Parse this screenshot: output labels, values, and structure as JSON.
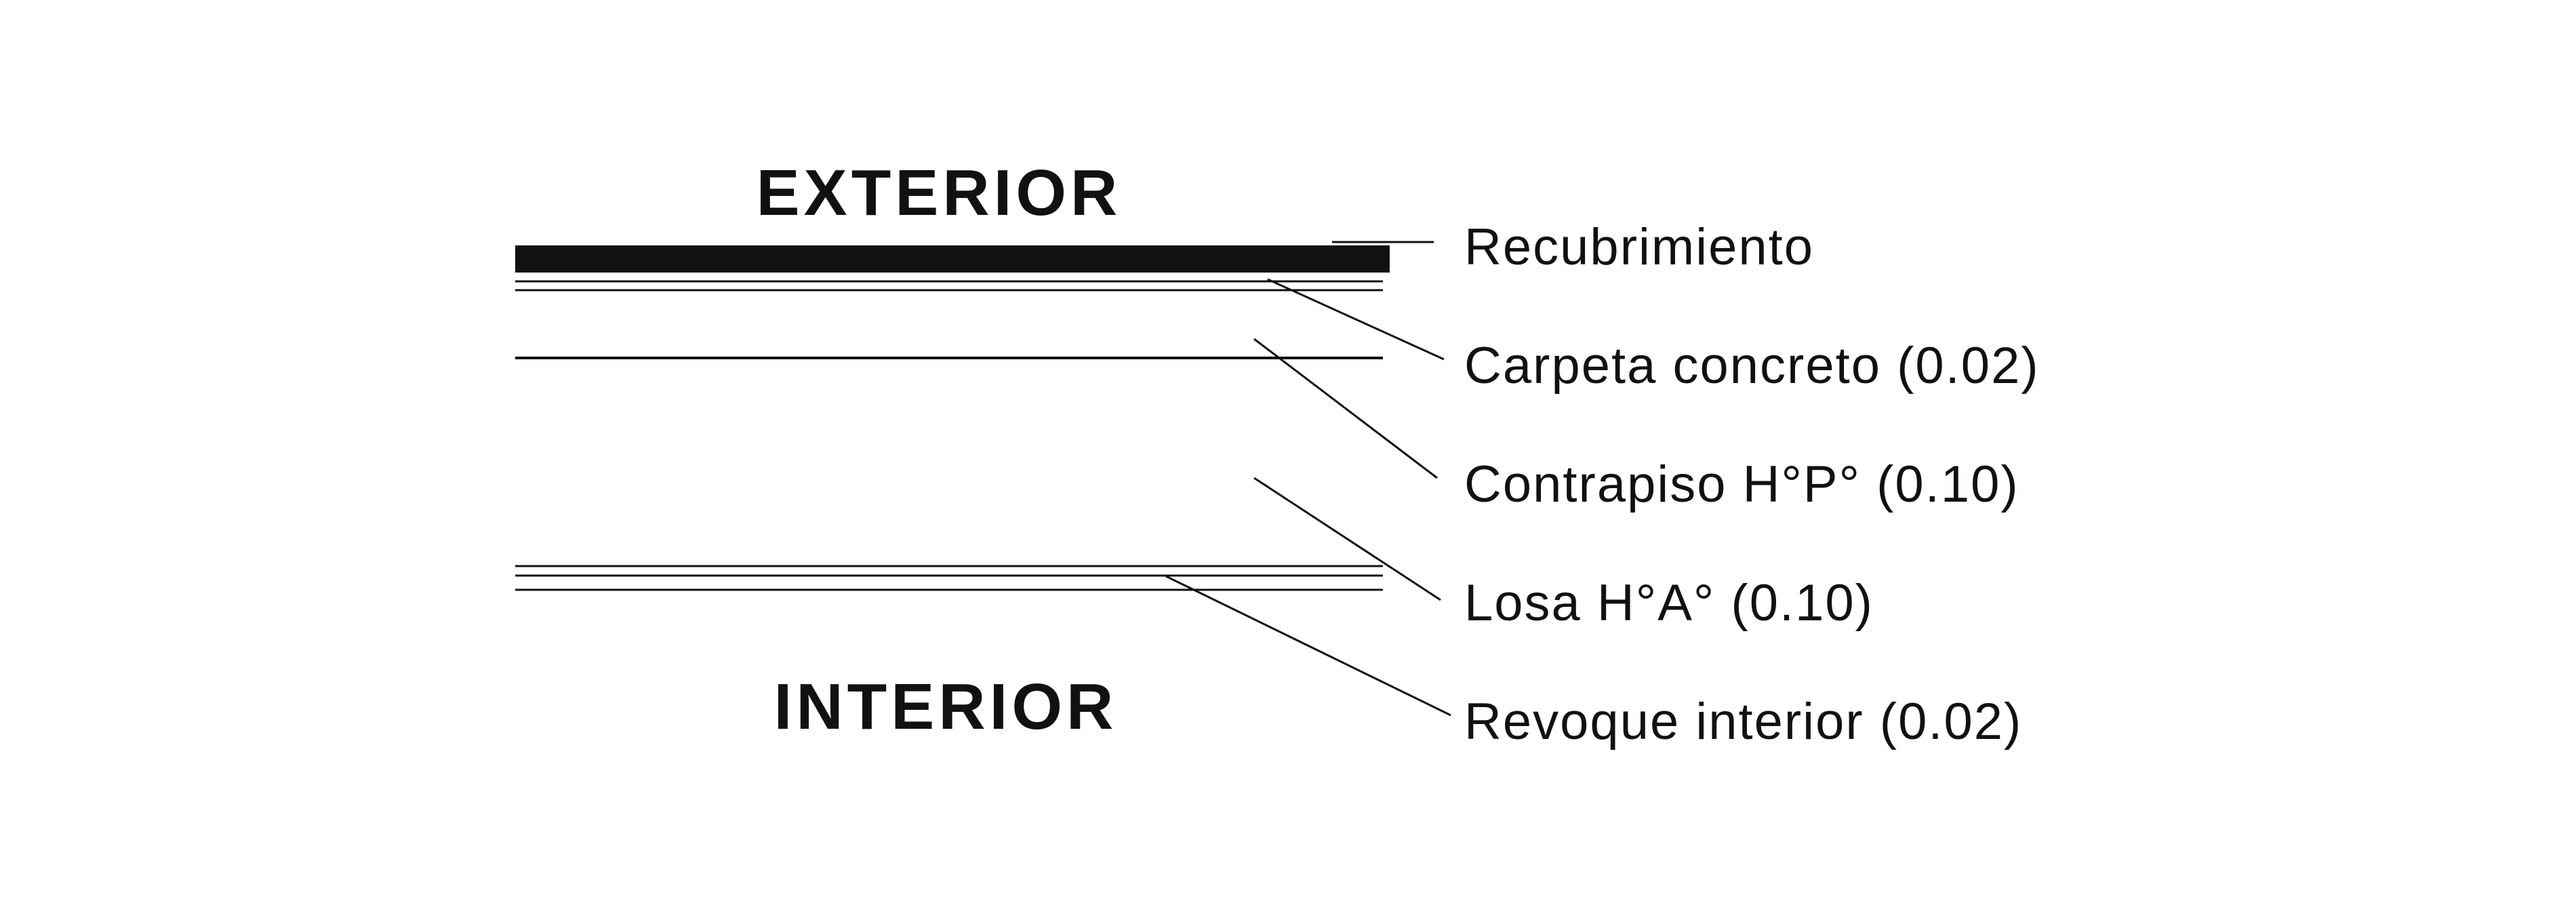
{
  "diagram": {
    "exterior_label": "EXTERIOR",
    "interior_label": "INTERIOR",
    "layers": [
      {
        "id": "recubrimiento",
        "label": "Recubrimiento"
      },
      {
        "id": "carpeta",
        "label": "Carpeta concreto (0.02)"
      },
      {
        "id": "contrapiso",
        "label": "Contrapiso H°P° (0.10)"
      },
      {
        "id": "losa",
        "label": "Losa H°A° (0.10)"
      },
      {
        "id": "revoque",
        "label": "Revoque interior (0.02)"
      }
    ],
    "colors": {
      "line": "#111111",
      "background": "#ffffff"
    }
  }
}
